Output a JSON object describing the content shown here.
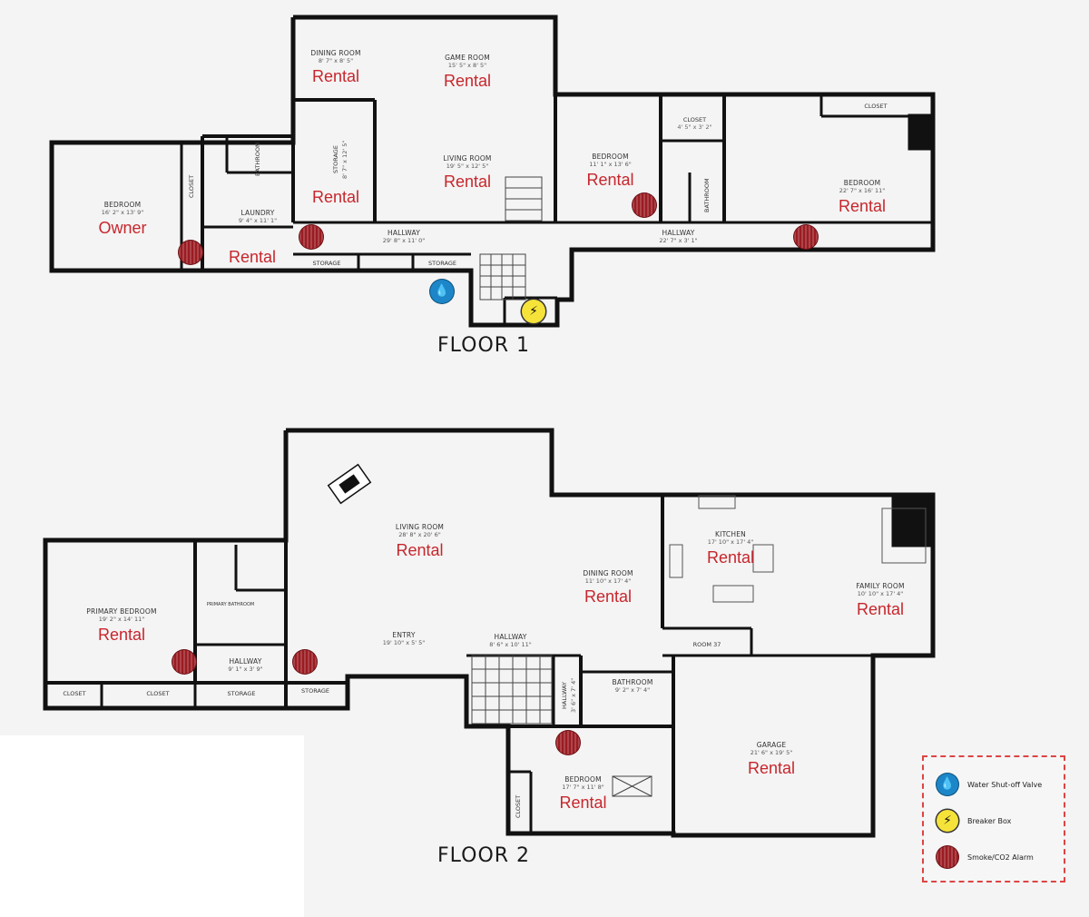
{
  "floors": [
    {
      "label": "FLOOR 1"
    },
    {
      "label": "FLOOR 2"
    }
  ],
  "floor1": {
    "dining": {
      "name": "DINING ROOM",
      "dim": "8' 7\" x 8' 5\"",
      "tag": "Rental"
    },
    "game": {
      "name": "GAME ROOM",
      "dim": "15' 5\" x 8' 5\"",
      "tag": "Rental"
    },
    "living": {
      "name": "LIVING ROOM",
      "dim": "19' 5\" x 12' 5\"",
      "tag": "Rental"
    },
    "storage": {
      "name": "STORAGE",
      "dim": "8' 7\" x 12' 5\"",
      "tag": "Rental"
    },
    "bedroom_owner": {
      "name": "BEDROOM",
      "dim": "16' 2\" x 13' 9\"",
      "tag": "Owner"
    },
    "laundry": {
      "name": "LAUNDRY",
      "dim": "9' 4\" x 11' 1\"",
      "tag": "Rental"
    },
    "bedroom_mid": {
      "name": "BEDROOM",
      "dim": "11' 1\" x 13' 6\"",
      "tag": "Rental"
    },
    "bedroom_right": {
      "name": "BEDROOM",
      "dim": "22' 7\" x 16' 11\"",
      "tag": "Rental"
    },
    "hallway1": {
      "name": "HALLWAY",
      "dim": "29' 8\" x 11' 0\""
    },
    "hallway2": {
      "name": "HALLWAY",
      "dim": "22' 7\" x 3' 1\""
    },
    "closet_left": "CLOSET",
    "closet_mid": "CLOSET",
    "closet_mid_dim": "4' 5\" x 3' 2\"",
    "closet_right": "CLOSET",
    "bathroom_left": "BATHROOM",
    "bathroom_right": "BATHROOM",
    "storage_small_1": "STORAGE",
    "storage_small_2": "STORAGE"
  },
  "floor2": {
    "living": {
      "name": "LIVING ROOM",
      "dim": "28' 8\" x 20' 6\"",
      "tag": "Rental"
    },
    "primary": {
      "name": "PRIMARY BEDROOM",
      "dim": "19' 2\" x 14' 11\"",
      "tag": "Rental"
    },
    "dining": {
      "name": "DINING ROOM",
      "dim": "11' 10\" x 17' 4\"",
      "tag": "Rental"
    },
    "kitchen": {
      "name": "KITCHEN",
      "dim": "17' 10\" x 17' 4\"",
      "tag": "Rental"
    },
    "family": {
      "name": "FAMILY ROOM",
      "dim": "10' 10\" x 17' 4\"",
      "tag": "Rental"
    },
    "garage": {
      "name": "GARAGE",
      "dim": "21' 6\" x 19' 5\"",
      "tag": "Rental"
    },
    "bedroom": {
      "name": "BEDROOM",
      "dim": "17' 7\" x 11' 8\"",
      "tag": "Rental"
    },
    "entry": {
      "name": "ENTRY",
      "dim": "19' 10\" x 5' 5\""
    },
    "hallway_mid": {
      "name": "HALLWAY",
      "dim": "8' 6\" x 10' 11\""
    },
    "hallway_left": {
      "name": "HALLWAY",
      "dim": "9' 1\" x 3' 9\""
    },
    "hallway_vert": {
      "name": "HALLWAY",
      "dim": "3' 6\" x 7' 4\""
    },
    "bathroom": {
      "name": "BATHROOM",
      "dim": "9' 2\" x 7' 4\""
    },
    "primary_bath": "PRIMARY BATHROOM",
    "room37": "ROOM 37",
    "closet1": "CLOSET",
    "closet2": "CLOSET",
    "closet3": "CLOSET",
    "storage1": "STORAGE",
    "storage2": "STORAGE"
  },
  "legend": {
    "water": "Water Shut-off Valve",
    "breaker": "Breaker Box",
    "alarm": "Smoke/CO2 Alarm"
  },
  "colors": {
    "rental_text": "#c7262c",
    "alarm": "#9a1c22",
    "water": "#1c86c8",
    "breaker": "#f6e33a",
    "legend_border": "#dd4444"
  },
  "icons": {
    "water": "water-drop-icon",
    "breaker": "lightning-icon",
    "alarm": "smoke-alarm-icon"
  }
}
